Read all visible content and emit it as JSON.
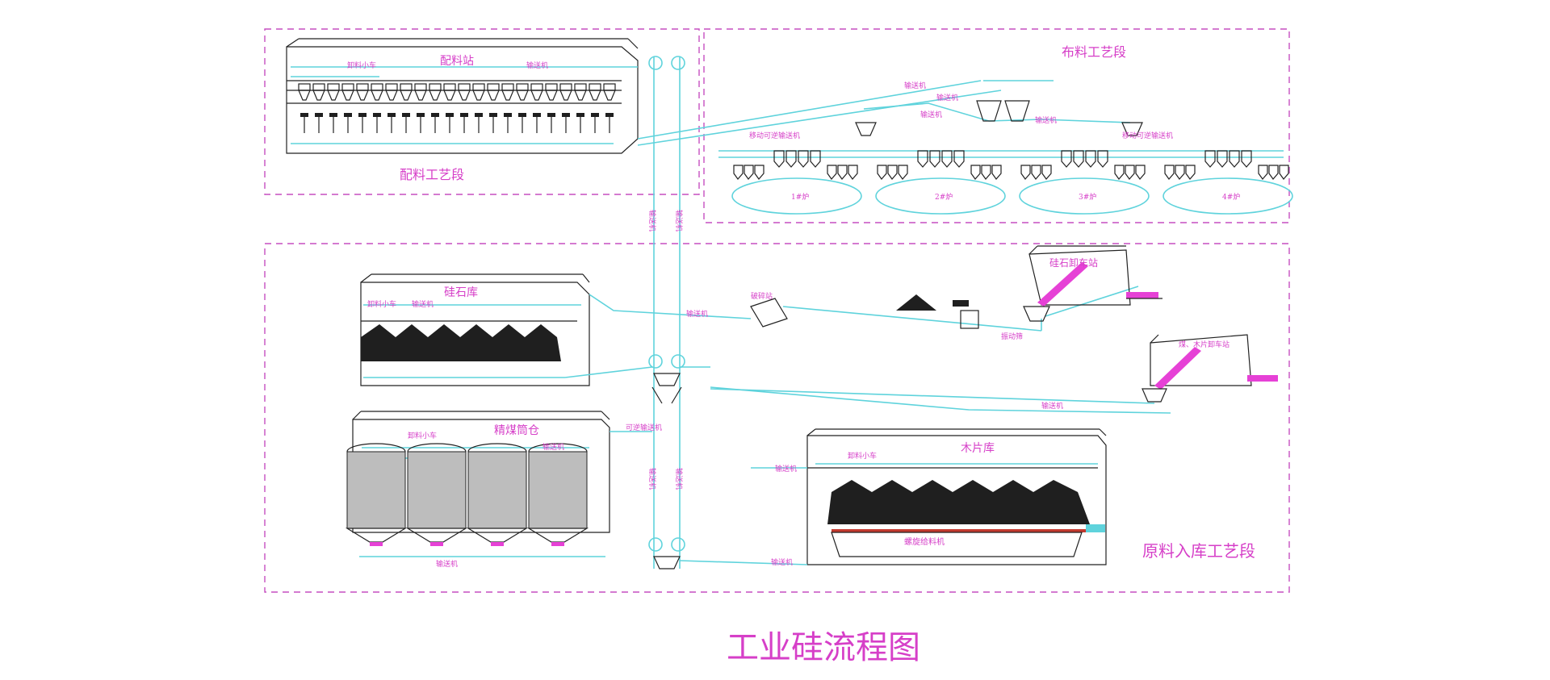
{
  "title": "工业硅流程图",
  "sections": {
    "batching": "配料工艺段",
    "distribution": "布料工艺段",
    "raw_storage": "原料入库工艺段"
  },
  "facilities": {
    "batching_station": "配料站",
    "silica_store": "硅石库",
    "coal_silo": "精煤筒仓",
    "wood_store": "木片库",
    "silica_unload": "硅石卸车站",
    "coal_unload": "煤、木片卸车站"
  },
  "labels": {
    "conveyor": "输送机",
    "unload_cart": "卸料小车",
    "mobile_reversible_conveyor": "移动可逆输送机",
    "reversible_conveyor": "可逆输送机",
    "spiral_feeder": "螺旋给料机",
    "screen": "振动筛",
    "crusher_side": "破碎站",
    "furnace_1": "1#炉",
    "furnace_2": "2#炉",
    "furnace_3": "3#炉",
    "furnace_4": "4#炉",
    "vertical_conveyor_1": "输送机",
    "vertical_conveyor_2": "输送机"
  }
}
